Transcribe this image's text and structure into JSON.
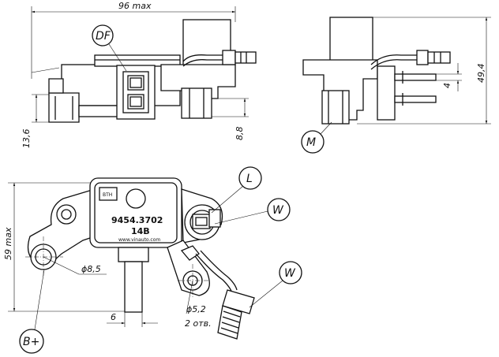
{
  "dimensions": {
    "width_max": "96 max",
    "height_right": "49,4",
    "pin_gap": "4",
    "mount_13_6": "13,6",
    "mount_8_8": "8,8",
    "height_front": "59 max",
    "hole_8_5": "ϕ8,5",
    "hole_5_2": "ϕ5,2",
    "hole_count": "2 отв.",
    "offset_6": "6"
  },
  "callouts": {
    "df": "DF",
    "m": "M",
    "l": "L",
    "w1": "W",
    "w2": "W",
    "b_plus": "B+"
  },
  "label": {
    "part_number": "9454.3702",
    "voltage": "14В",
    "website": "www.vinauto.com",
    "badge": "BTH"
  }
}
